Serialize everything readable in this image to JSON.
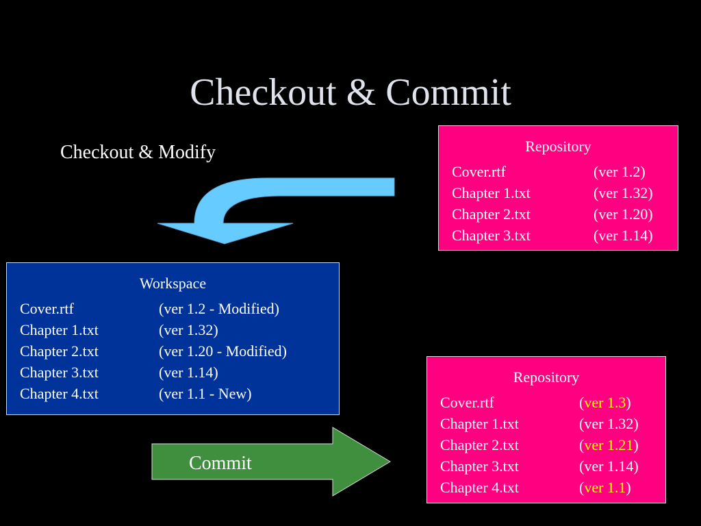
{
  "title": "Checkout & Commit",
  "checkout_label": "Checkout & Modify",
  "commit_label": "Commit",
  "colors": {
    "background": "#000000",
    "repository_fill": "#ff0080",
    "workspace_fill": "#003399",
    "checkout_arrow": "#66ccff",
    "commit_arrow": "#3f8f3f",
    "highlight_text": "#ffff00"
  },
  "repository_before": {
    "title": "Repository",
    "files": [
      {
        "name": "Cover.rtf",
        "version": "(ver 1.2)"
      },
      {
        "name": "Chapter 1.txt",
        "version": "(ver 1.32)"
      },
      {
        "name": "Chapter 2.txt",
        "version": "(ver 1.20)"
      },
      {
        "name": "Chapter 3.txt",
        "version": "(ver 1.14)"
      }
    ]
  },
  "workspace": {
    "title": "Workspace",
    "files": [
      {
        "name": "Cover.rtf",
        "version": "(ver 1.2 - Modified)"
      },
      {
        "name": "Chapter 1.txt",
        "version": "(ver 1.32)"
      },
      {
        "name": "Chapter 2.txt",
        "version": "(ver 1.20 - Modified)"
      },
      {
        "name": "Chapter 3.txt",
        "version": "(ver 1.14)"
      },
      {
        "name": "Chapter 4.txt",
        "version": "(ver 1.1 - New)"
      }
    ]
  },
  "repository_after": {
    "title": "Repository",
    "files": [
      {
        "name": "Cover.rtf",
        "version": "ver 1.3",
        "changed": true
      },
      {
        "name": "Chapter 1.txt",
        "version": "ver 1.32",
        "changed": false
      },
      {
        "name": "Chapter 2.txt",
        "version": "ver 1.21",
        "changed": true
      },
      {
        "name": "Chapter 3.txt",
        "version": "ver 1.14",
        "changed": false
      },
      {
        "name": "Chapter 4.txt",
        "version": "ver 1.1",
        "changed": true
      }
    ]
  }
}
